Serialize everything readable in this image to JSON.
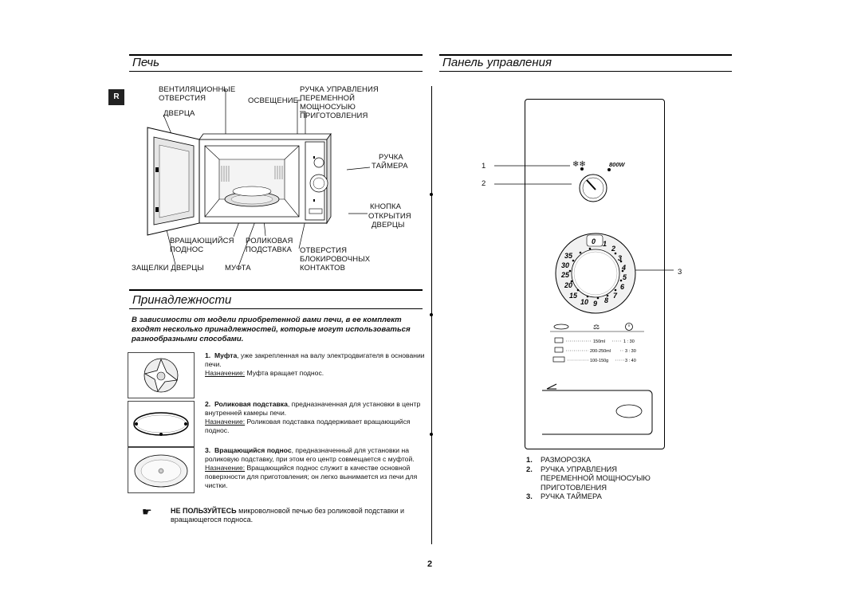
{
  "side_tab": "R",
  "left": {
    "section_title": "Печь",
    "oven_labels": {
      "vent": "ВЕНТИЛЯЦИОННЫЕ",
      "vent2": "ОТВЕРСТИЯ",
      "door": "ДВЕРЦА",
      "light": "ОСВЕЩЕНИЕ",
      "power_knob_1": "РУЧКА УПРАВЛЕНИЯ",
      "power_knob_2": "ПЕРЕМЕННОЙ",
      "power_knob_3": "МОЩНОСУЫЮ",
      "power_knob_4": "ПРИГОТОВЛЕНИЯ",
      "timer_1": "РУЧКА",
      "timer_2": "ТАЙМЕРА",
      "button_1": "КНОПКА",
      "button_2": "ОТКРЫТИЯ",
      "button_3": "ДВЕРЦЫ",
      "turntable_1": "ВРАЩАЮЩИЙСЯ",
      "turntable_2": "ПОДНОС",
      "roller_1": "РОЛИКОВАЯ",
      "roller_2": "ПОДСТАВКА",
      "interlock_1": "ОТВЕРСТИЯ",
      "interlock_2": "БЛОКИРОВОЧНЫХ",
      "interlock_3": "КОНТАКТОВ",
      "latches": "ЗАЩЕЛКИ ДВЕРЦЫ",
      "coupler": "МУФТА"
    },
    "accessories_title": "Принадлежности",
    "intro": "В зависимости от модели приобретенной вами печи, в ее комплект входят несколько принадлежностей, которые могут использоваться разнообразными способами.",
    "items": [
      {
        "num": "1.",
        "name": "Муфта",
        "desc": ", уже закрепленная на валу электродвигателя в основании печи.",
        "purpose_label": "Назначение:",
        "purpose": "Муфта вращает поднос."
      },
      {
        "num": "2.",
        "name": "Роликовая подставка",
        "desc": ", предназначенная для установки в центр внутренней камеры печи.",
        "purpose_label": "Назначение:",
        "purpose": "Роликовая подставка поддерживает вращающийся поднос."
      },
      {
        "num": "3.",
        "name": "Вращающийся поднос",
        "desc": ", предназначенный для установки на роликовую подставку, при этом его центр совмещается с муфтой.",
        "purpose_label": "Назначение:",
        "purpose": "Вращающийся поднос служит в качестве основной поверхности для приготовления; он легко вынимается из печи для чистки."
      }
    ],
    "warning_icon": "pointing-hand-icon",
    "warning_bold": "НЕ ПОЛЬЗУЙТЕСЬ",
    "warning_text": " микроволновой печью без роликовой подставки и вращающегося подноса."
  },
  "right": {
    "section_title": "Панель управления",
    "callouts": {
      "c1": "1",
      "c2": "2",
      "c3": "3"
    },
    "power_label": "800W",
    "dial_numbers": [
      "0",
      "1",
      "2",
      "3",
      "4",
      "5",
      "6",
      "7",
      "8",
      "9",
      "10",
      "15",
      "20",
      "25",
      "30",
      "35"
    ],
    "defrost_rows": [
      {
        "qty": "150ml",
        "time": "1 : 30"
      },
      {
        "qty": "200-250ml",
        "time": "3 : 30"
      },
      {
        "qty": "100-150g",
        "time": "3 : 40"
      }
    ],
    "legend": [
      {
        "num": "1.",
        "text": "РАЗМОРОЗКА"
      },
      {
        "num": "2.",
        "text": "РУЧКА УПРАВЛЕНИЯ ПЕРЕМЕННОЙ МОЩНОСУЫЮ ПРИГОТОВЛЕНИЯ"
      },
      {
        "num": "3.",
        "text": "РУЧКА ТАЙМЕРА"
      }
    ]
  },
  "page_number": "2"
}
